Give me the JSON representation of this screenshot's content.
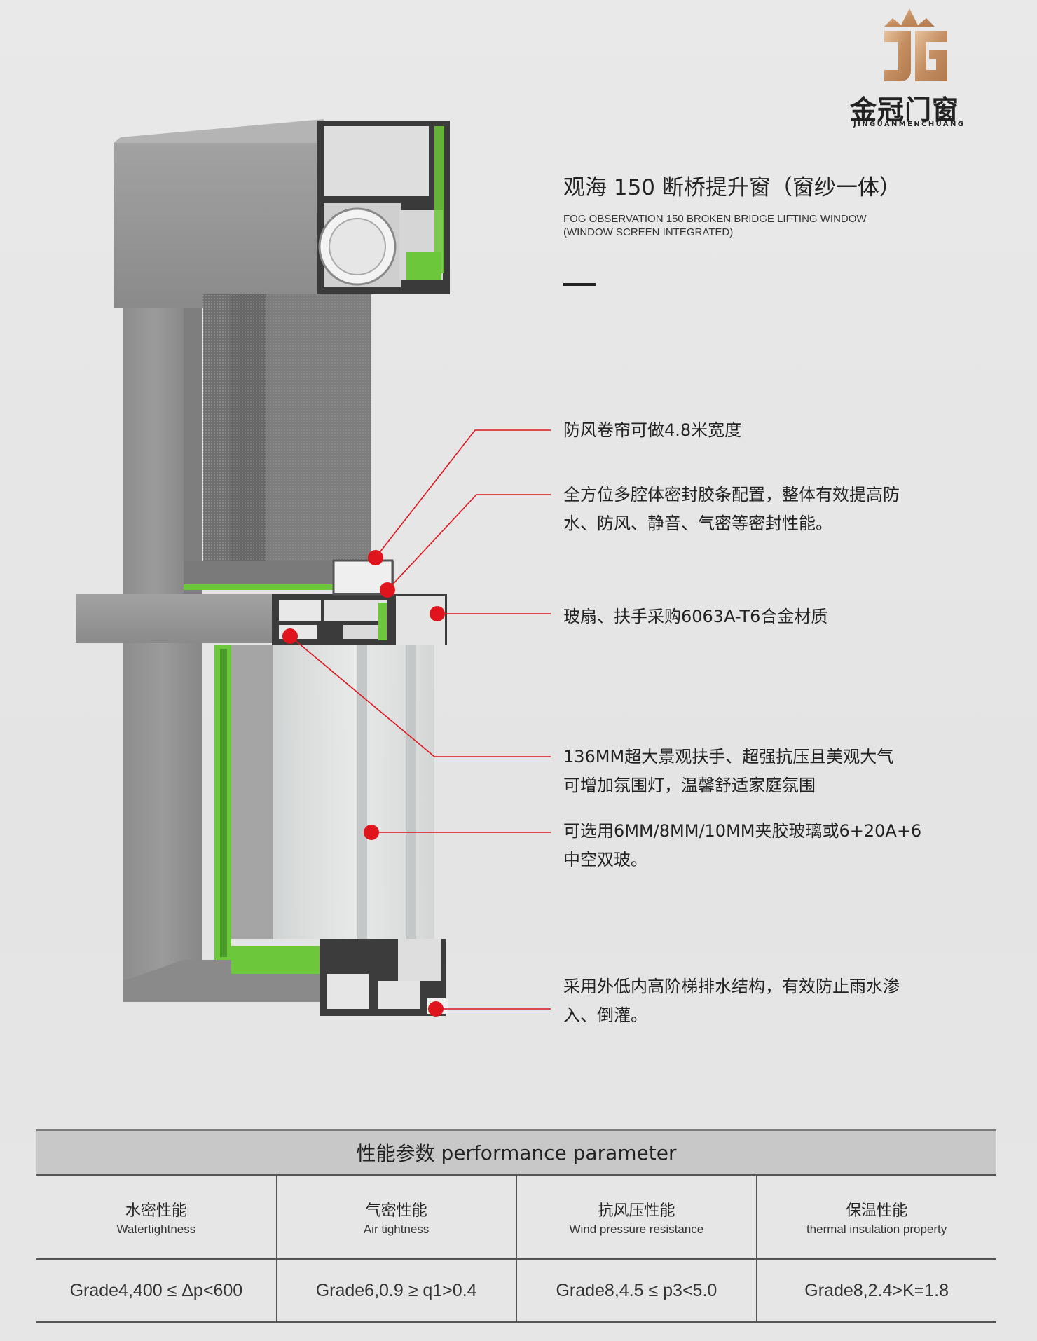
{
  "brand": {
    "logo_mark": "JG",
    "name_cn": "金冠门窗",
    "name_en": "JINGUANMENCHUANG"
  },
  "product": {
    "title": "观海 150 断桥提升窗（窗纱一体）",
    "subtitle_line1": "FOG OBSERVATION 150 BROKEN BRIDGE LIFTING WINDOW",
    "subtitle_line2": "(WINDOW SCREEN INTEGRATED)"
  },
  "features": [
    {
      "lines": [
        "防风卷帘可做4.8米宽度"
      ]
    },
    {
      "lines": [
        "全方位多腔体密封胶条配置，整体有效提高防",
        "水、防风、静音、气密等密封性能。"
      ]
    },
    {
      "lines": [
        "玻扇、扶手采购6063A-T6合金材质"
      ]
    },
    {
      "lines": [
        "136MM超大景观扶手、超强抗压且美观大气",
        "可增加氛围灯，温馨舒适家庭氛围"
      ]
    },
    {
      "lines": [
        "可选用6MM/8MM/10MM夹胶玻璃或6+20A+6",
        "中空双玻。"
      ]
    },
    {
      "lines": [
        "采用外低内高阶梯排水结构，有效防止雨水渗",
        "入、倒灌。"
      ]
    }
  ],
  "performance": {
    "heading_cn": "性能参数",
    "heading_en": "performance parameter",
    "columns": [
      {
        "cn": "水密性能",
        "en": "Watertightness",
        "value": "Grade4,400 ≤ Δp<600"
      },
      {
        "cn": "气密性能",
        "en": "Air tightness",
        "value": "Grade6,0.9 ≥ q1>0.4"
      },
      {
        "cn": "抗风压性能",
        "en": "Wind pressure resistance",
        "value": "Grade8,4.5 ≤ p3<5.0"
      },
      {
        "cn": "保温性能",
        "en": "thermal insulation property",
        "value": "Grade8,2.4>K=1.8"
      }
    ]
  },
  "colors": {
    "accent_red": "#e0141c",
    "gasket_green": "#6cc83a",
    "profile_gray": "#8f8f8f",
    "logo_gold": "#c99a6e"
  }
}
